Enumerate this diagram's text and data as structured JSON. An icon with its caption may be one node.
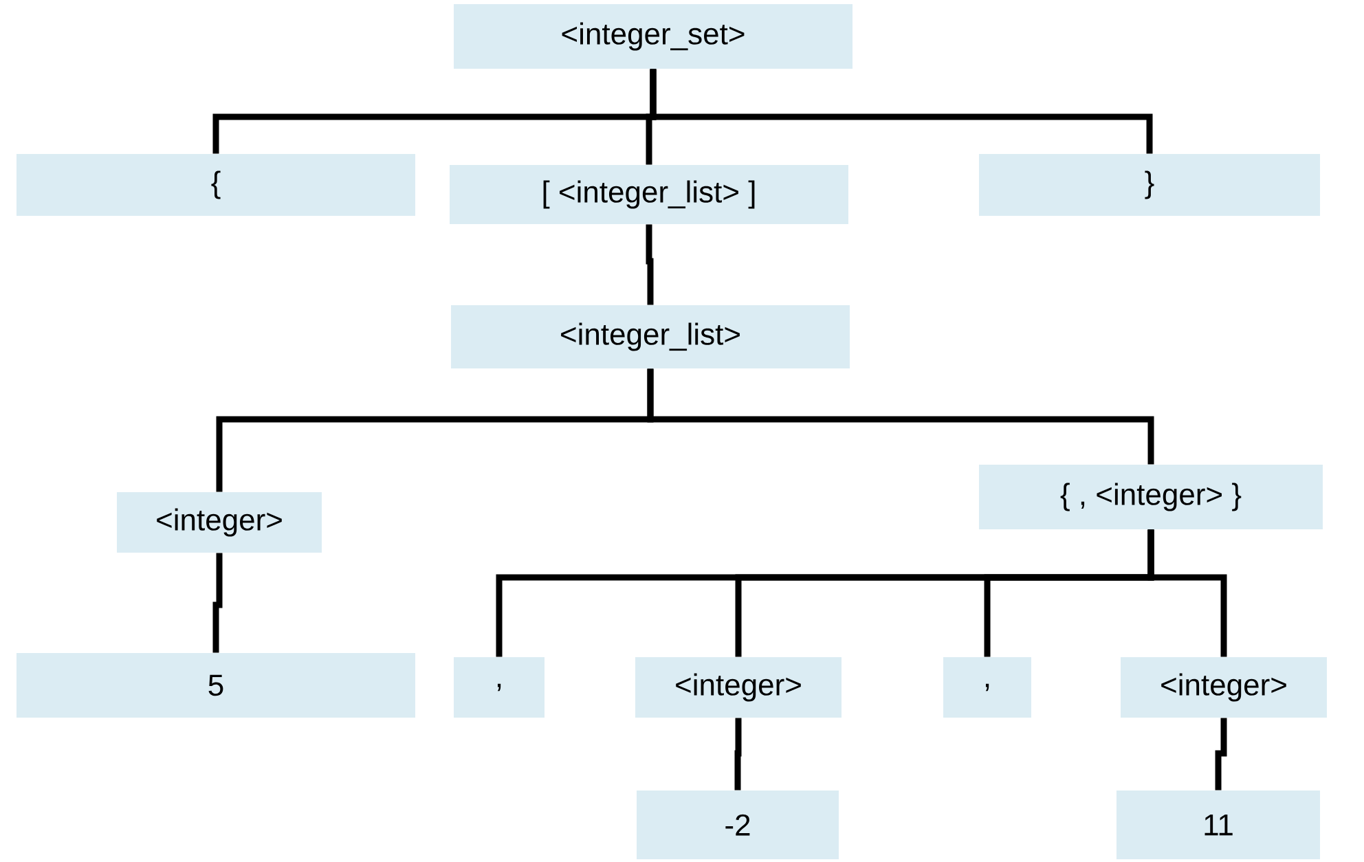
{
  "diagram": {
    "nodes": [
      {
        "text": [
          "<integer_set>"
        ]
      },
      {
        "text": [
          "{"
        ]
      },
      {
        "text": [
          "[ <integer_list> ]"
        ]
      },
      {
        "text": [
          "}"
        ]
      },
      {
        "text": [
          "<integer_list>"
        ]
      },
      {
        "text": [
          "<integer>"
        ]
      },
      {
        "text": [
          "{ , <integer> }"
        ]
      },
      {
        "text": [
          "5"
        ]
      },
      {
        "text": [
          ","
        ]
      },
      {
        "text": [
          "<integer>"
        ]
      },
      {
        "text": [
          ","
        ]
      },
      {
        "text": [
          "<integer>"
        ]
      },
      {
        "text": [
          "-2"
        ]
      },
      {
        "text": [
          "11"
        ]
      }
    ],
    "edges": [
      {
        "from": 0,
        "to": 1,
        "arrow": "none"
      },
      {
        "from": 0,
        "to": 2,
        "arrow": "none"
      },
      {
        "from": 0,
        "to": 3,
        "arrow": "none"
      },
      {
        "from": 2,
        "to": 4,
        "arrow": "none"
      },
      {
        "from": 4,
        "to": 5,
        "arrow": "none"
      },
      {
        "from": 4,
        "to": 6,
        "arrow": "none"
      },
      {
        "from": 5,
        "to": 7,
        "arrow": "none"
      },
      {
        "from": 6,
        "to": 8,
        "arrow": "none"
      },
      {
        "from": 6,
        "to": 9,
        "arrow": "none"
      },
      {
        "from": 6,
        "to": 10,
        "arrow": "none"
      },
      {
        "from": 6,
        "to": 11,
        "arrow": "none"
      },
      {
        "from": 9,
        "to": 12,
        "arrow": "none"
      },
      {
        "from": 11,
        "to": 13,
        "arrow": "none"
      }
    ]
  }
}
